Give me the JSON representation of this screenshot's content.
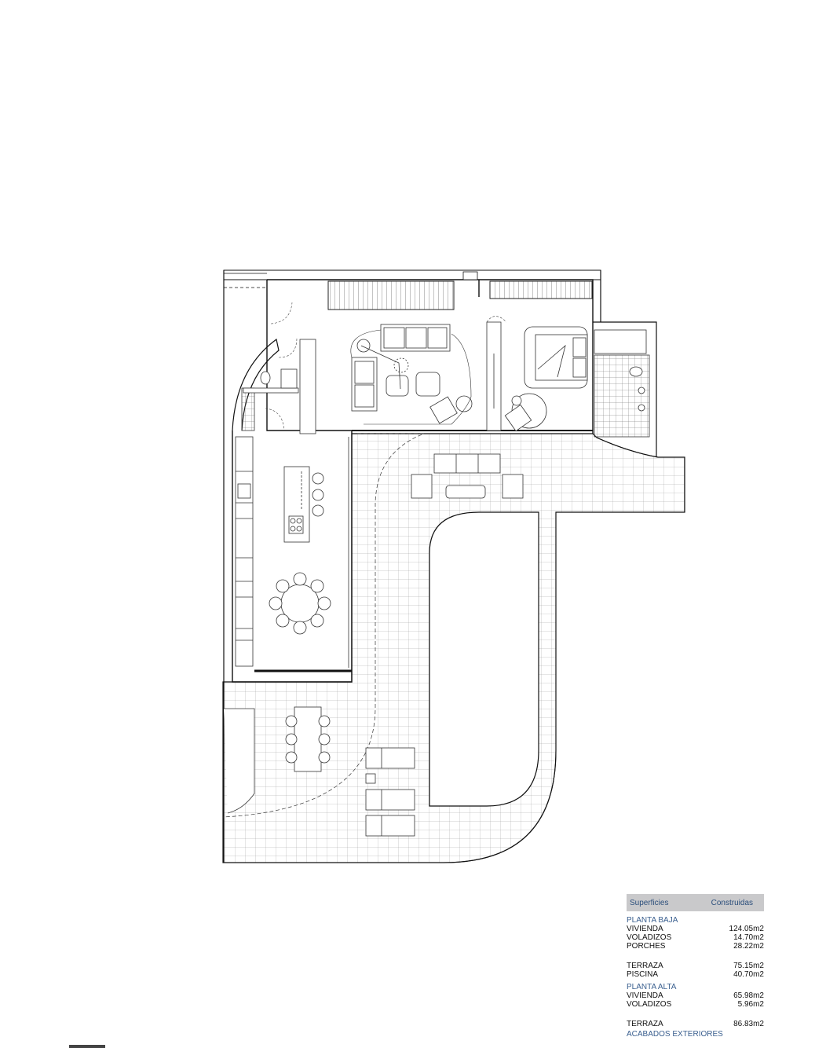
{
  "areas": {
    "header": {
      "left": "Superficies",
      "right": "Construidas"
    },
    "planta_baja": {
      "title": "PLANTA BAJA",
      "rows": [
        {
          "label": "VIVIENDA",
          "value": "124.05m2"
        },
        {
          "label": "VOLADIZOS",
          "value": "14.70m2"
        },
        {
          "label": "PORCHES",
          "value": "28.22m2"
        }
      ],
      "rows2": [
        {
          "label": "TERRAZA",
          "value": "75.15m2"
        },
        {
          "label": "PISCINA",
          "value": "40.70m2"
        }
      ]
    },
    "planta_alta": {
      "title": "PLANTA ALTA",
      "rows": [
        {
          "label": "VIVIENDA",
          "value": "65.98m2"
        },
        {
          "label": "VOLADIZOS",
          "value": "5.96m2"
        }
      ],
      "rows2": [
        {
          "label": "TERRAZA",
          "value": "86.83m2"
        }
      ]
    },
    "footer": "ACABADOS EXTERIORES"
  }
}
